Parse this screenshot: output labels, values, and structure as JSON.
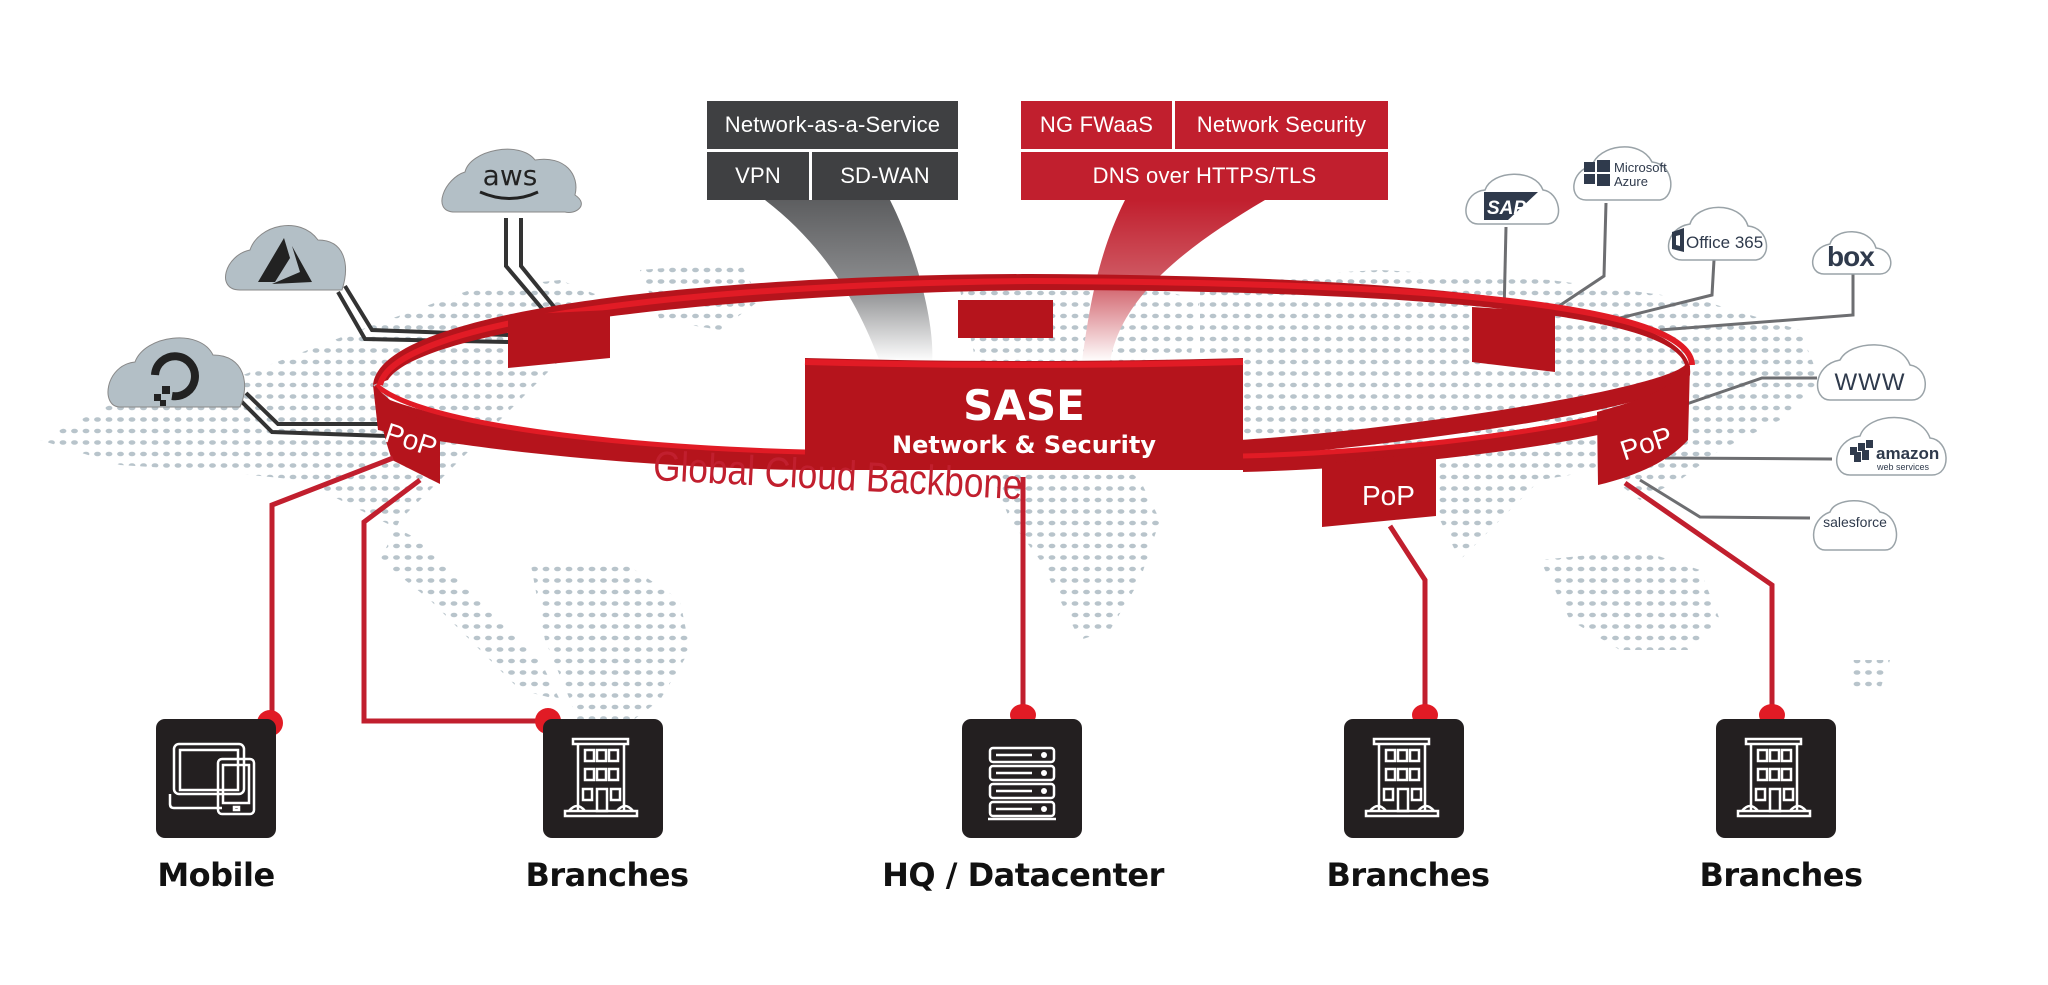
{
  "diagram": {
    "title": "SASE",
    "subtitle": "Network & Security",
    "backbone_label": "Global Cloud Backbone",
    "pop_label": "PoP",
    "colors": {
      "red": "#c11f2e",
      "ring_red": "#b5141c",
      "ring_highlight": "#e11b25",
      "dark_box": "#3f4042",
      "tile": "#231f20",
      "map_dot": "#b8c4cb",
      "cloud_gray": "#b3bfc6",
      "line_dark": "#333333",
      "line_gray": "#6d6e71"
    },
    "network_services": {
      "top": "Network-as-a-Service",
      "left": "VPN",
      "right": "SD-WAN"
    },
    "security_services": {
      "top_left": "NG FWaaS",
      "top_right": "Network Security",
      "bottom": "DNS over HTTPS/TLS"
    },
    "iaas_clouds": [
      {
        "name": "aws",
        "icon": "aws-logo"
      },
      {
        "name": "Azure",
        "icon": "azure-logo"
      },
      {
        "name": "DigitalOcean",
        "icon": "digitalocean-logo"
      }
    ],
    "saas_clouds": [
      {
        "name": "SAP",
        "icon": "sap-logo"
      },
      {
        "name": "Microsoft Azure",
        "line1": "Microsoft",
        "line2": "Azure",
        "icon": "windows-logo"
      },
      {
        "name": "Office 365",
        "icon": "office-logo"
      },
      {
        "name": "box",
        "icon": "box-logo"
      },
      {
        "name": "WWW",
        "icon": "www"
      },
      {
        "name": "amazon web services",
        "line1": "amazon",
        "line2": "web services",
        "icon": "aws-cubes-logo"
      },
      {
        "name": "salesforce",
        "icon": "salesforce-logo"
      }
    ],
    "endpoints": [
      {
        "label": "Mobile",
        "icon": "mobile-devices-icon"
      },
      {
        "label": "Branches",
        "icon": "building-icon"
      },
      {
        "label": "HQ / Datacenter",
        "icon": "server-rack-icon"
      },
      {
        "label": "Branches",
        "icon": "building-icon"
      },
      {
        "label": "Branches",
        "icon": "building-icon"
      }
    ]
  }
}
